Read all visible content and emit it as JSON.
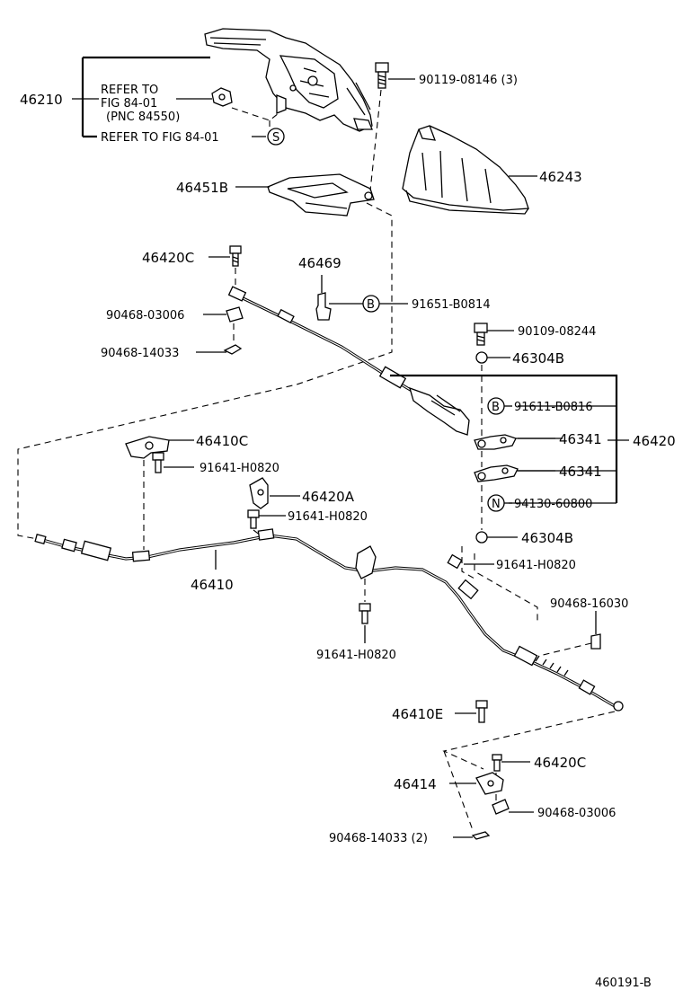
{
  "labels": {
    "p46210": "46210",
    "refer1_a": "REFER TO",
    "refer1_b": "FIG 84-01",
    "refer1_c": "(PNC 84550)",
    "refer2": "REFER TO FIG 84-01",
    "p90119": "90119-08146 (3)",
    "p46243": "46243",
    "p46451B": "46451B",
    "p46420C_top": "46420C",
    "p46469": "46469",
    "p91651": "91651-B0814",
    "p90468_03006_top": "90468-03006",
    "p90468_14033_top": "90468-14033",
    "p90109": "90109-08244",
    "p46304B_top": "46304B",
    "p91611": "91611-B0816",
    "p46341_a": "46341",
    "p46341_b": "46341",
    "p46420": "46420",
    "p94130": "94130-60800",
    "p46304B_bot": "46304B",
    "p46410C": "46410C",
    "p91641_1": "91641-H0820",
    "p46420A": "46420A",
    "p91641_2": "91641-H0820",
    "p46410": "46410",
    "p91641_3": "91641-H0820",
    "p91641_4": "91641-H0820",
    "p90468_16030": "90468-16030",
    "p46410E": "46410E",
    "p46420C_bot": "46420C",
    "p46414": "46414",
    "p90468_03006_bot": "90468-03006",
    "p90468_14033_bot": "90468-14033 (2)",
    "fig_id": "460191-B"
  },
  "symbols": {
    "s_circle": "S",
    "b_circle_1": "B",
    "b_circle_2": "B",
    "n_circle": "N"
  }
}
